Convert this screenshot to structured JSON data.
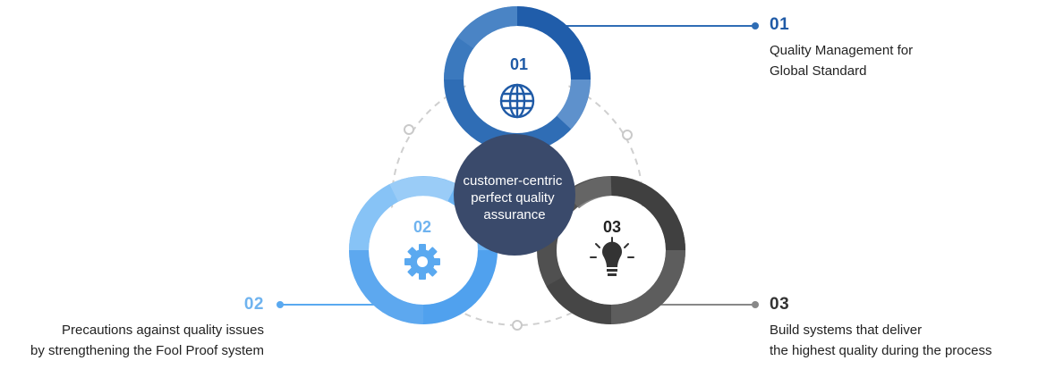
{
  "center": {
    "lines": [
      "customer-centric",
      "perfect quality",
      "assurance"
    ]
  },
  "items": [
    {
      "number": "01",
      "lines": [
        "Quality Management for",
        "Global Standard"
      ],
      "icon": "globe-icon",
      "ring_color": "#2f6db5",
      "number_color": "#1f5aa6"
    },
    {
      "number": "02",
      "lines": [
        "Precautions against quality issues",
        "by strengthening the Fool Proof system"
      ],
      "icon": "gear-icon",
      "ring_color": "#5aa9f0",
      "number_color": "#6fb3ef"
    },
    {
      "number": "03",
      "lines": [
        "Build systems that deliver",
        "the highest quality during the process"
      ],
      "icon": "lightbulb-icon",
      "ring_color": "#505050",
      "number_color": "#222222"
    }
  ],
  "colors": {
    "center_fill": "#3a4a6b",
    "connector_dashed": "#c9c9c9"
  }
}
